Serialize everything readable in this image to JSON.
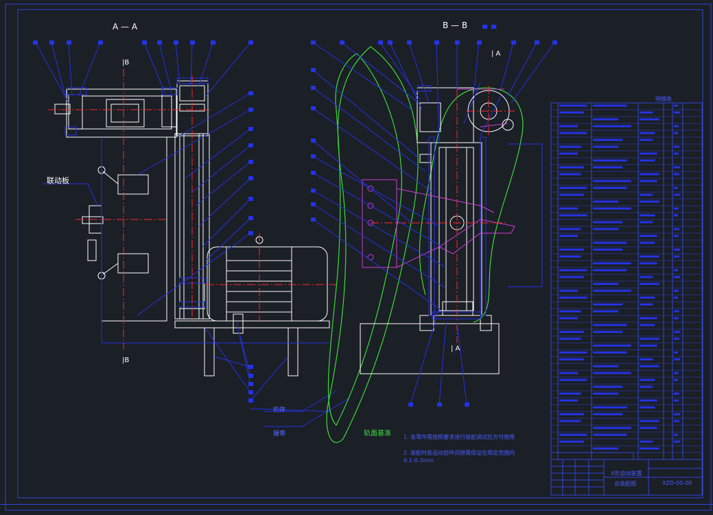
{
  "views": {
    "section_aa": "A — A",
    "section_bb": "B — B",
    "mark_b_top": "|B",
    "mark_b_bottom": "|B",
    "mark_a_top": "| A",
    "mark_a_bottom": "| A"
  },
  "callouts": {
    "linkage_plate": "联动板",
    "label_1": "机体",
    "label_2": "履带",
    "label_3": "轨面基准"
  },
  "notes": {
    "note_1": "1. 各零件需按照要求进行装配调试后方可使用",
    "note_2": "2. 装配时各运动部件间隙需保证在规定范围内",
    "note_3": "   0.1-0.3mm"
  },
  "title_block": {
    "drawing_name": "X形自动装置",
    "drawing_sub": "总装配图",
    "drawing_no": "XZD-00-00",
    "table_head": "明细表"
  },
  "colors": {
    "background": "#1b1f26",
    "frame": "#3046d8",
    "outline": "#ffffff",
    "leader": "#2433e6",
    "centerline": "#ff2a2a",
    "path": "#3ddc3d",
    "linkage": "#d23cd2"
  }
}
